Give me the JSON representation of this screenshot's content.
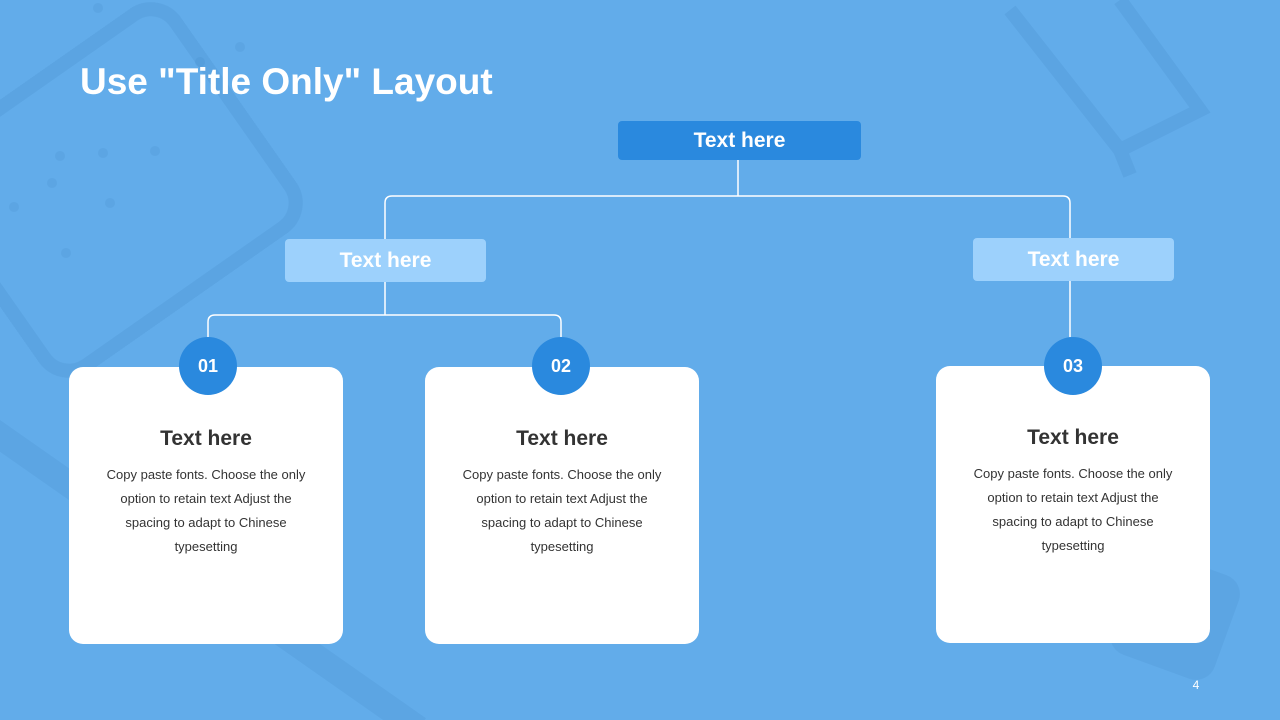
{
  "slide": {
    "title": "Use \"Title Only\" Layout",
    "page_number": "4",
    "background_color": "#62acea",
    "accent_color": "#2a89de",
    "light_accent_color": "#9dd1fc"
  },
  "diagram": {
    "root": {
      "label": "Text here"
    },
    "branches": [
      {
        "label": "Text here"
      },
      {
        "label": "Text here"
      }
    ],
    "cards": [
      {
        "number": "01",
        "heading": "Text here",
        "body": "Copy paste fonts. Choose the only option to retain text Adjust the spacing to adapt to Chinese typesetting"
      },
      {
        "number": "02",
        "heading": "Text here",
        "body": "Copy paste fonts. Choose the only option to retain text Adjust the spacing to adapt to Chinese typesetting"
      },
      {
        "number": "03",
        "heading": "Text here",
        "body": "Copy paste fonts. Choose the only option to retain text Adjust the spacing to adapt to Chinese typesetting"
      }
    ]
  }
}
